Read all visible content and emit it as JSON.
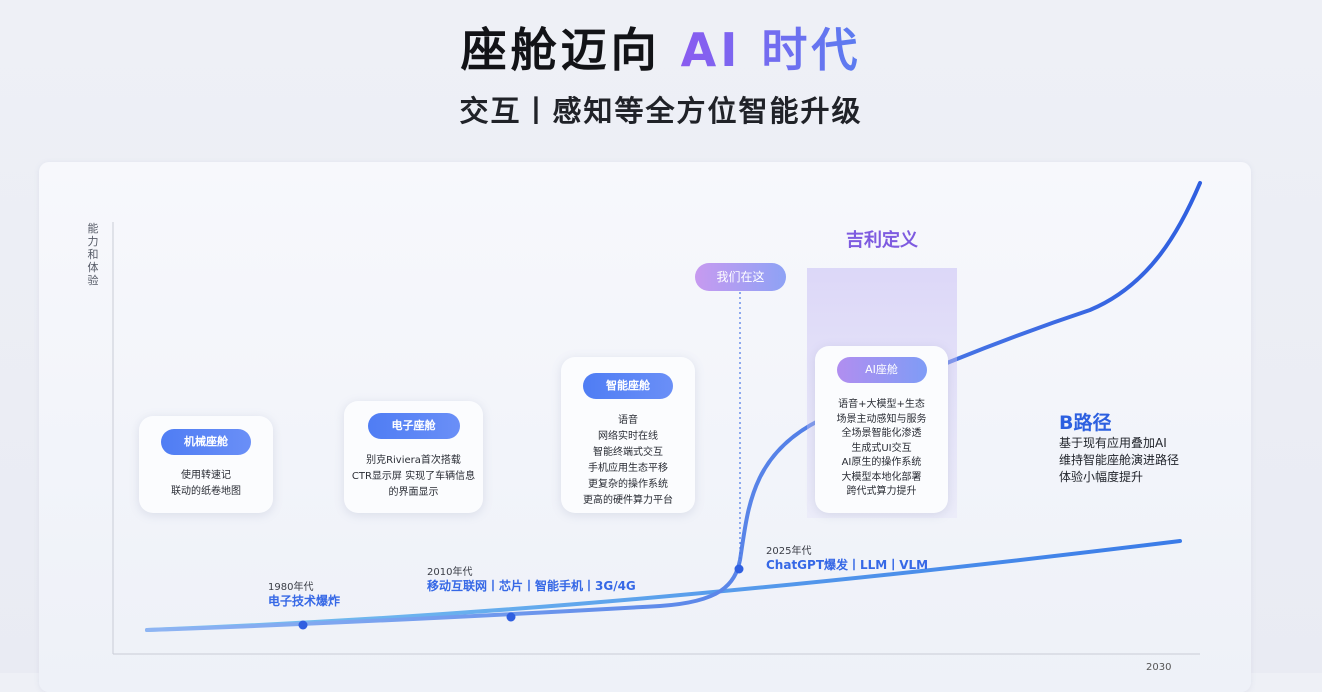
{
  "header": {
    "title_prefix": "座舱迈向 ",
    "title_ai": "AI 时代",
    "subtitle": "交互丨感知等全方位智能升级"
  },
  "axis": {
    "ylabel": "能\n力\n和\n体\n验",
    "corner_year": "2030"
  },
  "cards": [
    {
      "title": "机械座舱",
      "lines": [
        "使用转速记",
        "联动的纸卷地图"
      ]
    },
    {
      "title": "电子座舱",
      "lines": [
        "别克Riviera首次搭载",
        "CTR显示屏 实现了车辆信息",
        "的界面显示"
      ]
    },
    {
      "title": "智能座舱",
      "lines": [
        "语音",
        "网络实时在线",
        "智能终端式交互",
        "手机应用生态平移",
        "更复杂的操作系统",
        "更高的硬件算力平台"
      ]
    },
    {
      "title": "AI座舱",
      "lines": [
        "语音+大模型+生态",
        "场景主动感知与服务",
        "全场景智能化渗透",
        "生成式UI交互",
        "AI原生的操作系统",
        "大模型本地化部署",
        "跨代式算力提升"
      ]
    }
  ],
  "here_badge": "我们在这",
  "geely_label": "吉利定义",
  "eras": [
    {
      "year": "1980年代",
      "tech": "电子技术爆炸"
    },
    {
      "year": "2010年代",
      "tech": "移动互联网丨芯片丨智能手机丨3G/4G"
    },
    {
      "year": "2025年代",
      "tech": "ChatGPT爆发丨LLM丨VLM"
    }
  ],
  "bpath": {
    "title": "B路径",
    "lines": [
      "基于现有应用叠加AI",
      "维持智能座舱演进路径",
      "体验小幅度提升"
    ]
  },
  "colors": {
    "accent_blue": "#3668e6",
    "accent_purple": "#7e5be0"
  }
}
